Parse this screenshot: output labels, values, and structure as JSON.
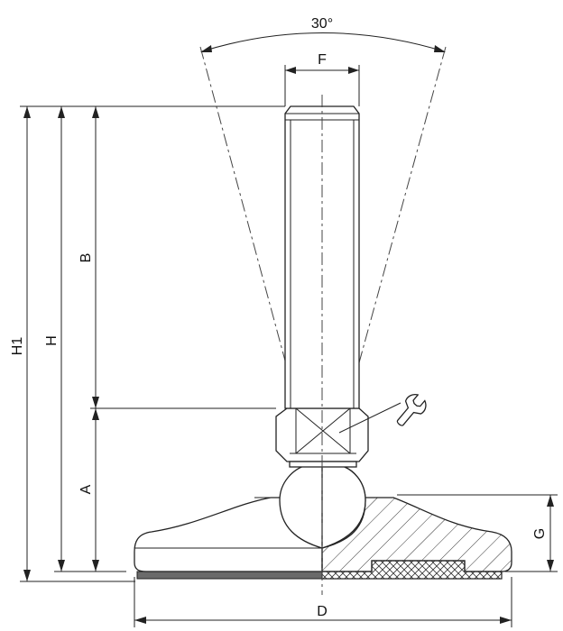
{
  "labels": {
    "angle": "30°",
    "F": "F",
    "H1": "H1",
    "H": "H",
    "B": "B",
    "A": "A",
    "G": "G",
    "D": "D"
  },
  "icons": {
    "wrench": "wrench-icon"
  },
  "colors": {
    "line": "#222222",
    "pad": "#6a6a6a",
    "background": "#ffffff"
  }
}
